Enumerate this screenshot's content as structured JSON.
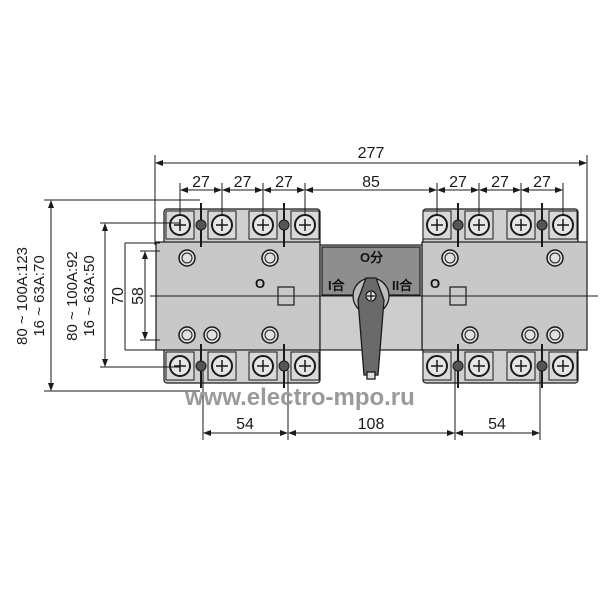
{
  "drawing": {
    "overall_width": "277",
    "top_pitches": [
      "27",
      "27",
      "27",
      "85",
      "27",
      "27",
      "27"
    ],
    "bottom_dims": [
      "54",
      "108",
      "54"
    ],
    "left_labels": {
      "outer_line1": "80 ~ 100A:123",
      "outer_line2": "16 ~ 63A:70",
      "inner_line1": "80 ~ 100A:92",
      "inner_line2": "16 ~ 63A:50"
    },
    "height_70": "70",
    "height_58": "58",
    "panel_marks": {
      "off": "O分",
      "pos1": "I合",
      "pos2": "II合",
      "left_o": "O",
      "right_o": "O"
    },
    "watermark": "www.electro-mpo.ru"
  },
  "colors": {
    "body": "#c8c8c8",
    "panel": "#8e8e8e",
    "line": "#1a1a1a"
  }
}
